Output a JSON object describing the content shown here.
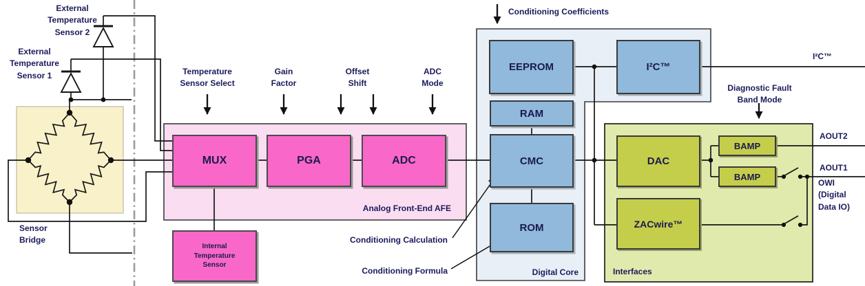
{
  "diagram": {
    "left": {
      "ext_sensor2": "External Temperature Sensor 2",
      "ext_sensor1": "External Temperature Sensor 1",
      "sensor_bridge": "Sensor Bridge"
    },
    "afe": {
      "region_label": "Analog Front-End AFE",
      "mux": "MUX",
      "pga": "PGA",
      "adc": "ADC",
      "internal_temp_sensor": "Internal Temperature Sensor",
      "annotations": {
        "temp_sensor_select": "Temperature Sensor Select",
        "gain_factor": "Gain Factor",
        "offset_shift": "Offset Shift",
        "adc_mode": "ADC Mode"
      }
    },
    "digital_core": {
      "region_label": "Digital Core",
      "eeprom": "EEPROM",
      "ram": "RAM",
      "cmc": "CMC",
      "rom": "ROM",
      "i2c": "I²C™",
      "annotations": {
        "conditioning_coefficients": "Conditioning Coefficients",
        "conditioning_calculation": "Conditioning Calculation",
        "conditioning_formula": "Conditioning Formula"
      }
    },
    "interfaces": {
      "region_label": "Interfaces",
      "dac": "DAC",
      "zacwire": "ZACwire™",
      "bamp_top": "BAMP",
      "bamp_bottom": "BAMP",
      "annotations": {
        "diagnostic_fault_band_mode": "Diagnostic Fault Band Mode"
      }
    },
    "outputs": {
      "i2c": "I²C™",
      "aout2": "AOUT2",
      "aout1": "AOUT1",
      "owi": "OWI (Digital Data IO)"
    },
    "colors": {
      "magenta_block": "#f968c9",
      "afe_bg": "#fbddf1",
      "blue_block": "#90b9dc",
      "core_bg": "#e9eff6",
      "olive_block": "#c5ce4b",
      "interfaces_bg": "#e1eaad",
      "bridge_bg": "#f8f1ca",
      "label_text": "#1b1b5c"
    }
  }
}
